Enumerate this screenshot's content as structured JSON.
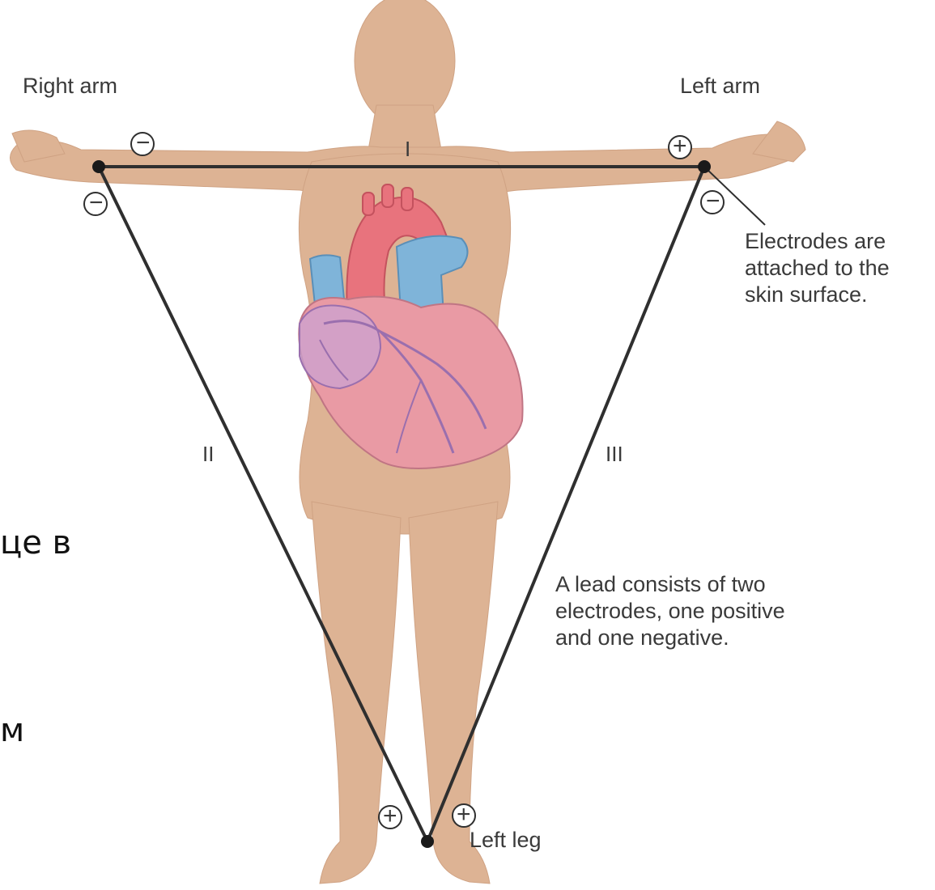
{
  "labels": {
    "right_arm": "Right arm",
    "left_arm": "Left arm",
    "left_leg": "Left leg",
    "lead_1": "I",
    "lead_2": "II",
    "lead_3": "III",
    "electrodes_note": "Electrodes are\nattached to the\nskin surface.",
    "lead_note": "A lead consists of two\nelectrodes, one positive\nand one negative."
  },
  "polarity": {
    "negative": "−",
    "positive": "+"
  },
  "background_text": {
    "line1": "це в",
    "line2": "м"
  },
  "colors": {
    "body": "#ddb394",
    "lines": "#2f2f2f",
    "heart": "#e99aa4",
    "vessels_blue": "#7fb4d9",
    "aorta": "#e8737d"
  }
}
